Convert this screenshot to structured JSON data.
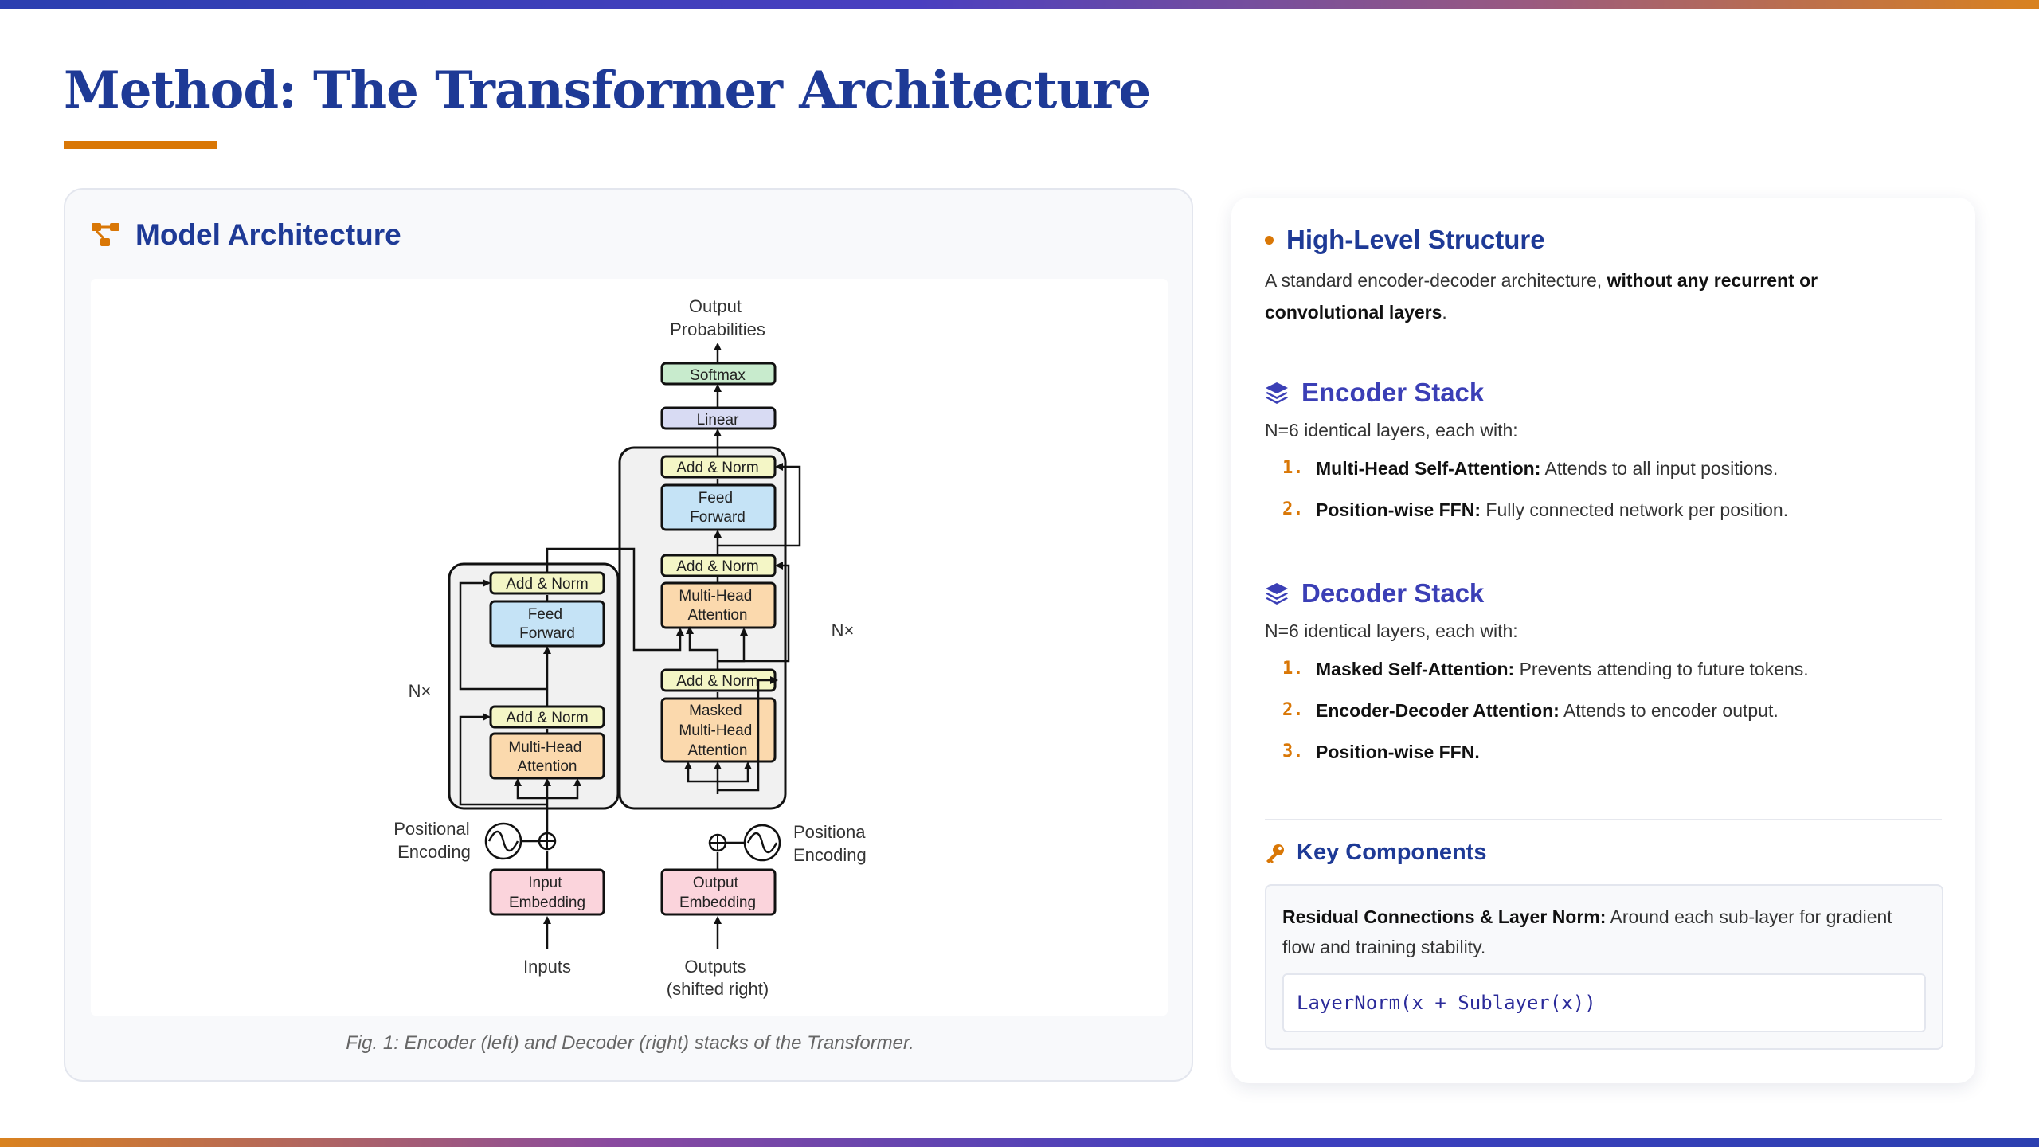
{
  "page": {
    "title": "Method: The Transformer Architecture"
  },
  "colors": {
    "primary": "#1e3a96",
    "accent": "#d97706",
    "indigo": "#3b3fb6"
  },
  "left_card": {
    "heading": "Model Architecture",
    "icon": "diagram-project-icon",
    "caption": "Fig. 1: Encoder (left) and Decoder (right) stacks of the Transformer.",
    "diagram": {
      "output_probabilities": [
        "Output",
        "Probabilities"
      ],
      "softmax": "Softmax",
      "linear": "Linear",
      "add_norm": "Add & Norm",
      "feed_forward": [
        "Feed",
        "Forward"
      ],
      "multi_head_attention": [
        "Multi-Head",
        "Attention"
      ],
      "masked_multi_head_attention": [
        "Masked",
        "Multi-Head",
        "Attention"
      ],
      "nx": "N×",
      "positional_encoding": [
        "Positional",
        "Encoding"
      ],
      "positional_encoding_clipped": [
        "Positiona",
        "Encoding"
      ],
      "input_embedding": [
        "Input",
        "Embedding"
      ],
      "output_embedding": [
        "Output",
        "Embedding"
      ],
      "inputs": "Inputs",
      "outputs": [
        "Outputs",
        "(shifted right)"
      ]
    }
  },
  "right_card": {
    "high_level": {
      "title": "High-Level Structure",
      "text_plain": "A standard encoder-decoder architecture, ",
      "text_bold": "without any recurrent or convolutional layers",
      "text_end": "."
    },
    "encoder": {
      "title": "Encoder Stack",
      "icon": "layer-group-icon",
      "intro": "N=6 identical layers, each with:",
      "items": [
        {
          "num": "1.",
          "bold": "Multi-Head Self-Attention:",
          "text": " Attends to all input positions."
        },
        {
          "num": "2.",
          "bold": "Position-wise FFN:",
          "text": " Fully connected network per position."
        }
      ]
    },
    "decoder": {
      "title": "Decoder Stack",
      "icon": "layer-group-icon",
      "intro": "N=6 identical layers, each with:",
      "items": [
        {
          "num": "1.",
          "bold": "Masked Self-Attention:",
          "text": " Prevents attending to future tokens."
        },
        {
          "num": "2.",
          "bold": "Encoder-Decoder Attention:",
          "text": " Attends to encoder output."
        },
        {
          "num": "3.",
          "bold": "Position-wise FFN.",
          "text": ""
        }
      ]
    },
    "key_components": {
      "title": "Key Components",
      "icon": "key-icon",
      "bold": "Residual Connections & Layer Norm:",
      "text": " Around each sub-layer for gradient flow and training stability.",
      "code": "LayerNorm(x + Sublayer(x))"
    }
  }
}
